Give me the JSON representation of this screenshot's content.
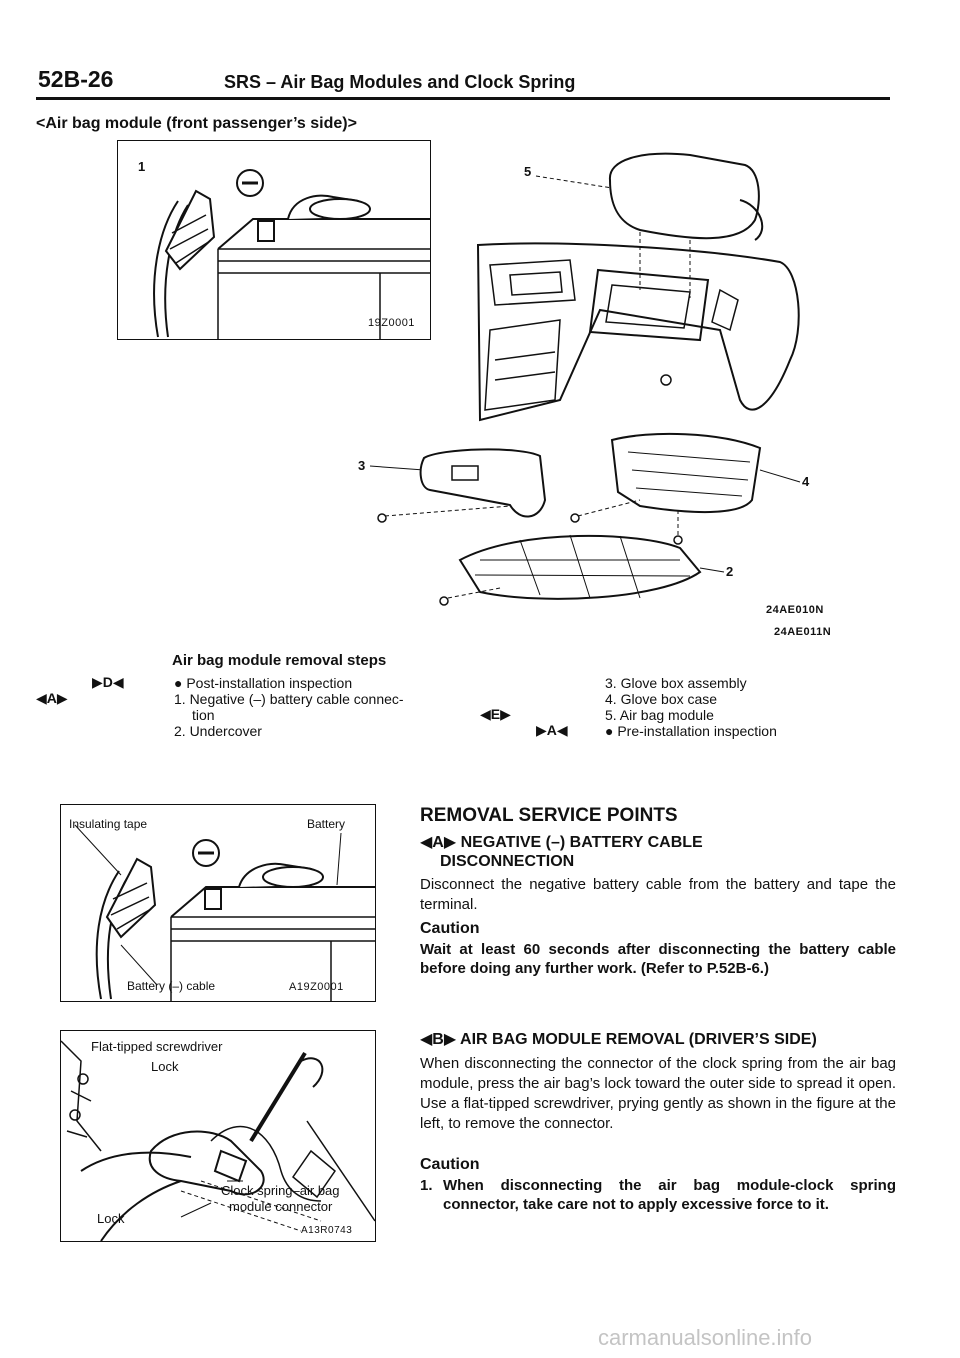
{
  "header": {
    "page_number": "52B-26",
    "title": "SRS – Air Bag Modules and Clock Spring"
  },
  "section_title": "<Air bag module (front passenger’s side)>",
  "figure_top": {
    "inset_code": "19Z0001",
    "callouts": [
      "1",
      "5",
      "3",
      "4",
      "2"
    ],
    "codes": [
      "24AE010N",
      "24AE011N"
    ]
  },
  "removal_steps": {
    "title": "Air bag module removal steps",
    "left": [
      {
        "mark": "▶D◀",
        "text": "● Post-installation inspection"
      },
      {
        "mark": "◀A▶",
        "text": "1. Negative (–) battery cable connec-"
      },
      {
        "mark": "",
        "text": "tion"
      },
      {
        "mark": "",
        "text": "2. Undercover"
      }
    ],
    "right": [
      {
        "mark": "",
        "text": "3. Glove box assembly"
      },
      {
        "mark": "",
        "text": "4. Glove box case"
      },
      {
        "mark": "◀E▶",
        "text": "5. Air bag module"
      },
      {
        "mark": "▶A◀",
        "text": "● Pre-installation inspection"
      }
    ]
  },
  "figure_battery": {
    "label_tape": "Insulating tape",
    "label_battery": "Battery",
    "label_cable": "Battery (–) cable",
    "code": "A19Z0001"
  },
  "figure_connector": {
    "label_screwdriver": "Flat-tipped screwdriver",
    "label_lock_top": "Lock",
    "label_connector_1": "Clock spring–air bag",
    "label_connector_2": "module connector",
    "label_lock_bottom": "Lock",
    "code": "A13R0743"
  },
  "service": {
    "heading": "REMOVAL SERVICE POINTS",
    "a": {
      "mark": "◀A▶",
      "title_1": "NEGATIVE (–) BATTERY CABLE",
      "title_2": "DISCONNECTION",
      "body": "Disconnect the negative battery cable from the battery and tape the terminal.",
      "caution_heading": "Caution",
      "caution_text": "Wait at least 60 seconds after disconnecting the battery cable before doing any further work. (Refer to P.52B-6.)"
    },
    "b": {
      "mark": "◀B▶",
      "title": "AIR BAG MODULE REMOVAL (DRIVER’S SIDE)",
      "body": "When disconnecting the connector of the clock spring from the air bag module, press the air bag’s lock toward the outer side to spread it open. Use a flat-tipped screwdriver, prying gently as shown in the figure at the left, to remove the connector.",
      "caution_heading": "Caution",
      "caution_item_num": "1.",
      "caution_item": "When disconnecting the air bag module-clock spring connector, take care not to apply excessive force to it."
    }
  },
  "watermark": "carmanualsonline.info"
}
